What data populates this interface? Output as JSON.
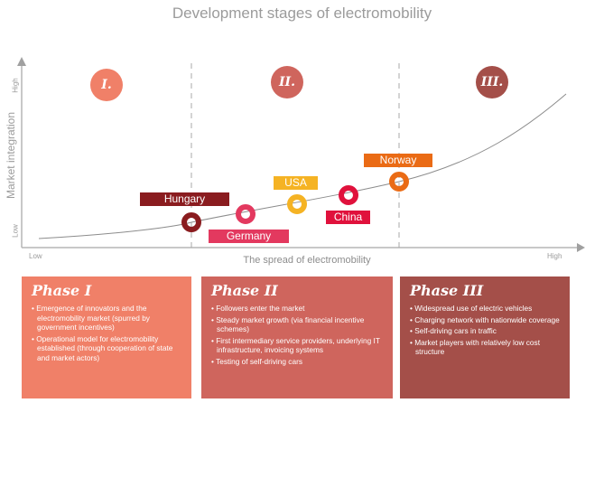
{
  "title": "Development stages of electromobility",
  "colors": {
    "phase1": "#f08068",
    "phase2": "#cf655d",
    "phase3": "#a44f49",
    "hungary": "#8a1c1f",
    "germany": "#e3395f",
    "usa": "#f5b324",
    "china": "#e0113c",
    "norway": "#ea6b15",
    "axis": "#b5b5b5",
    "text_gray": "#9b9b9b"
  },
  "axes": {
    "y_label": "Market integration",
    "y_low": "Low",
    "y_high": "High",
    "x_label": "The spread of electromobility",
    "x_low": "Low",
    "x_high": "High"
  },
  "phase_markers": [
    "I.",
    "II.",
    "III."
  ],
  "countries": [
    {
      "name": "Hungary",
      "phase": "I/II boundary"
    },
    {
      "name": "Germany",
      "phase": "II"
    },
    {
      "name": "USA",
      "phase": "II"
    },
    {
      "name": "China",
      "phase": "II"
    },
    {
      "name": "Norway",
      "phase": "II/III boundary"
    }
  ],
  "phases": [
    {
      "title": "Phase I",
      "bullets": [
        "Emergence of innovators and the electromobility market (spurred by government incentives)",
        "Operational model for electromobility established (through cooperation of state and market actors)"
      ]
    },
    {
      "title": "Phase II",
      "bullets": [
        "Followers enter the market",
        "Steady market growth (via financial incentive schemes)",
        "First intermediary service providers, underlying IT infrastructure, invoicing systems",
        "Testing of self-driving cars"
      ]
    },
    {
      "title": "Phase III",
      "bullets": [
        "Widespread use of electric vehicles",
        "Charging network with nationwide coverage",
        "Self-driving cars in traffic",
        "Market players with relatively low cost structure"
      ]
    }
  ]
}
